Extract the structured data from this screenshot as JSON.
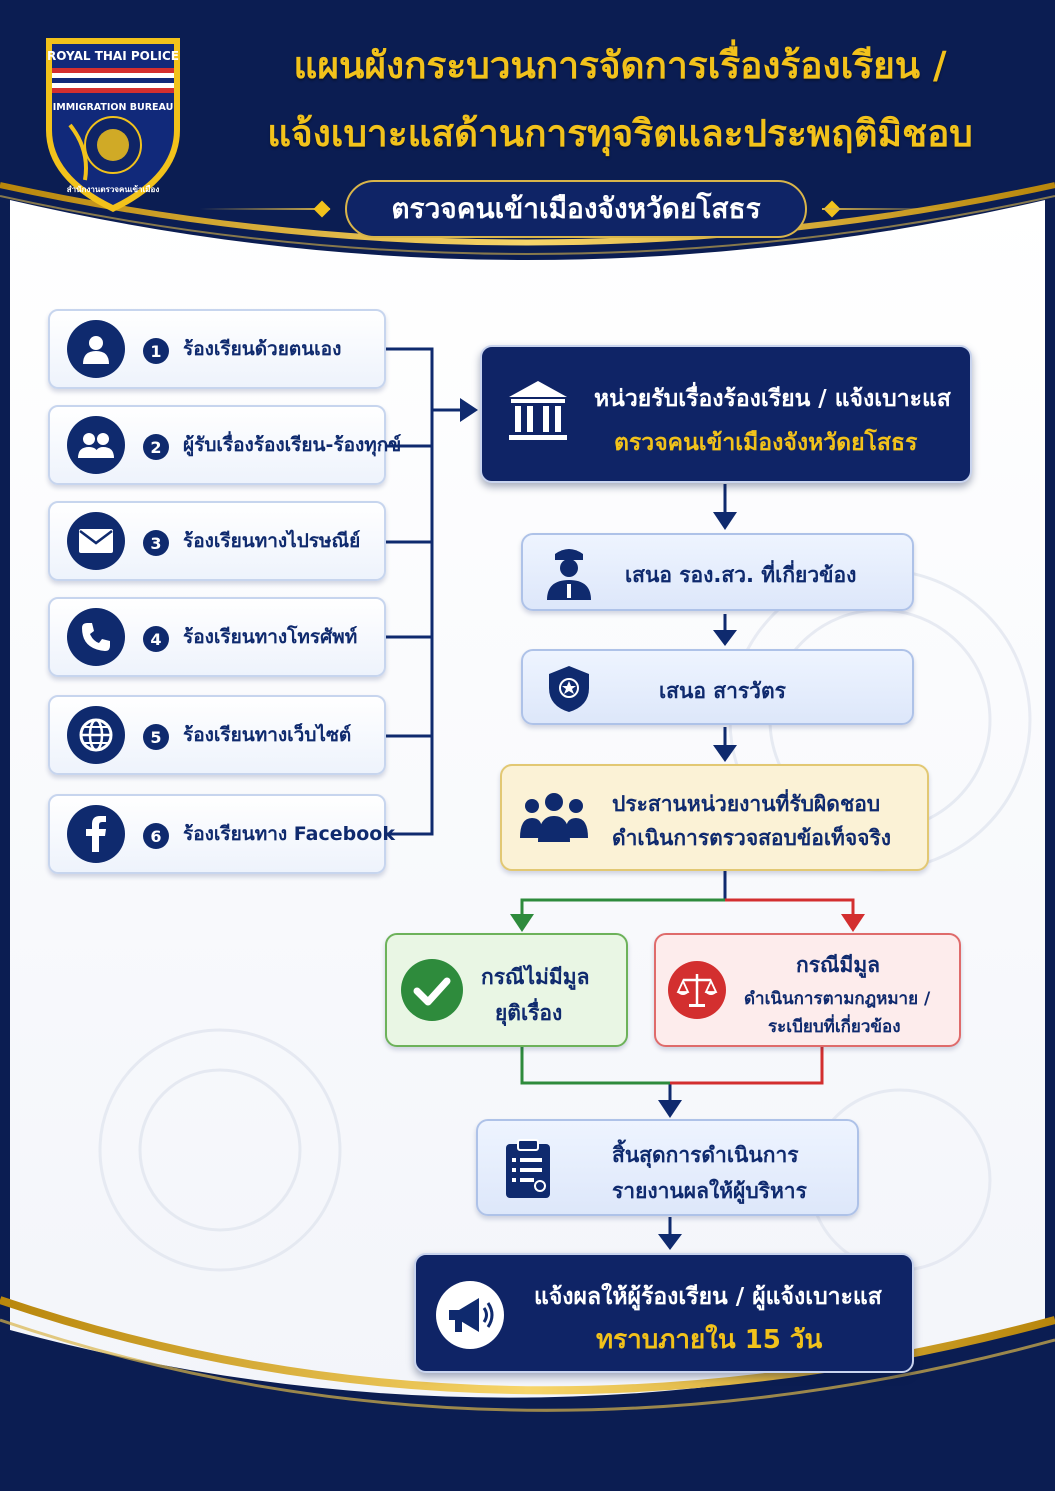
{
  "header": {
    "title_line1": "แผนผังกระบวนการจัดการเรื่องร้องเรียน /",
    "title_line2": "แจ้งเบาะแสด้านการทุจริตและประพฤติมิชอบ",
    "subtitle": "ตรวจคนเข้าเมืองจังหวัดยโสธร"
  },
  "badge": {
    "top_text": "ROYAL THAI POLICE",
    "arc_text": "IMMIGRATION BUREAU",
    "bottom_text": "สำนักงานตรวจคนเข้าเมือง"
  },
  "channels": [
    {
      "num": "1",
      "label": "ร้องเรียนด้วยตนเอง",
      "icon": "person-icon"
    },
    {
      "num": "2",
      "label": "ผู้รับเรื่องร้องเรียน-ร้องทุกข์",
      "icon": "group-icon"
    },
    {
      "num": "3",
      "label": "ร้องเรียนทางไปรษณีย์",
      "icon": "envelope-icon"
    },
    {
      "num": "4",
      "label": "ร้องเรียนทางโทรศัพท์",
      "icon": "phone-icon"
    },
    {
      "num": "5",
      "label": "ร้องเรียนทางเว็บไซต์",
      "icon": "globe-icon"
    },
    {
      "num": "6",
      "label": "ร้องเรียนทาง Facebook",
      "icon": "facebook-icon"
    }
  ],
  "flow": {
    "receiver_line1": "หน่วยรับเรื่องร้องเรียน / แจ้งเบาะแส",
    "receiver_line2": "ตรวจคนเข้าเมืองจังหวัดยโสธร",
    "step_deputy": "เสนอ รอง.สว. ที่เกี่ยวข้อง",
    "step_inspector": "เสนอ สารวัตร",
    "coordinate_line1": "ประสานหน่วยงานที่รับผิดชอบ",
    "coordinate_line2": "ดำเนินการตรวจสอบข้อเท็จจริง",
    "no_merit_line1": "กรณีไม่มีมูล",
    "no_merit_line2": "ยุติเรื่อง",
    "merit_title": "กรณีมีมูล",
    "merit_line1": "ดำเนินการตามกฎหมาย /",
    "merit_line2": "ระเบียบที่เกี่ยวข้อง",
    "end_line1": "สิ้นสุดการดำเนินการ",
    "end_line2": "รายงานผลให้ผู้บริหาร",
    "notify_line1": "แจ้งผลให้ผู้ร้องเรียน / ผู้แจ้งเบาะแส",
    "notify_line2": "ทราบภายใน 15 วัน"
  },
  "colors": {
    "navy": "#0f2466",
    "gold": "#f2c21b",
    "green": "#2e8b3c",
    "red": "#d32f2f"
  }
}
